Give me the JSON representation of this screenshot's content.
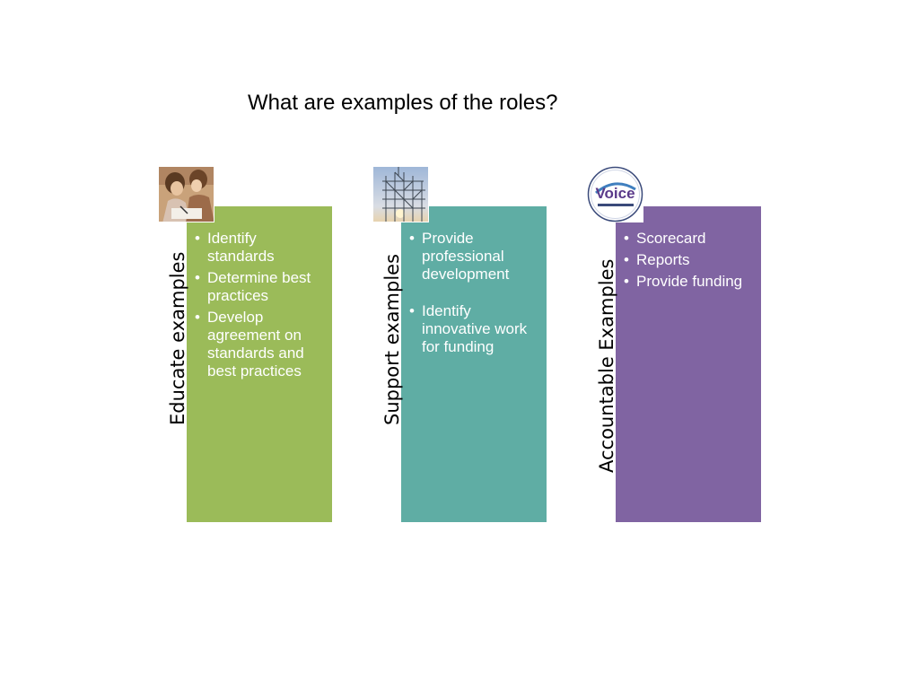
{
  "title": "What are examples of the roles?",
  "roles": [
    {
      "label": "Educate examples",
      "color": "#9bbb59",
      "image": "students-writing-photo",
      "items": [
        "Identify standards",
        "Determine best practices",
        "Develop agreement on standards and best practices"
      ]
    },
    {
      "label": "Support examples",
      "color": "#5fada4",
      "image": "scaffolding-tower-photo",
      "items": [
        "Provide professional development",
        "Identify innovative work for funding"
      ]
    },
    {
      "label": "Accountable Examples",
      "color": "#8064a2",
      "image": "voice-logo",
      "logo_text": "Voice",
      "items": [
        "Scorecard",
        "Reports",
        "Provide funding"
      ]
    }
  ]
}
